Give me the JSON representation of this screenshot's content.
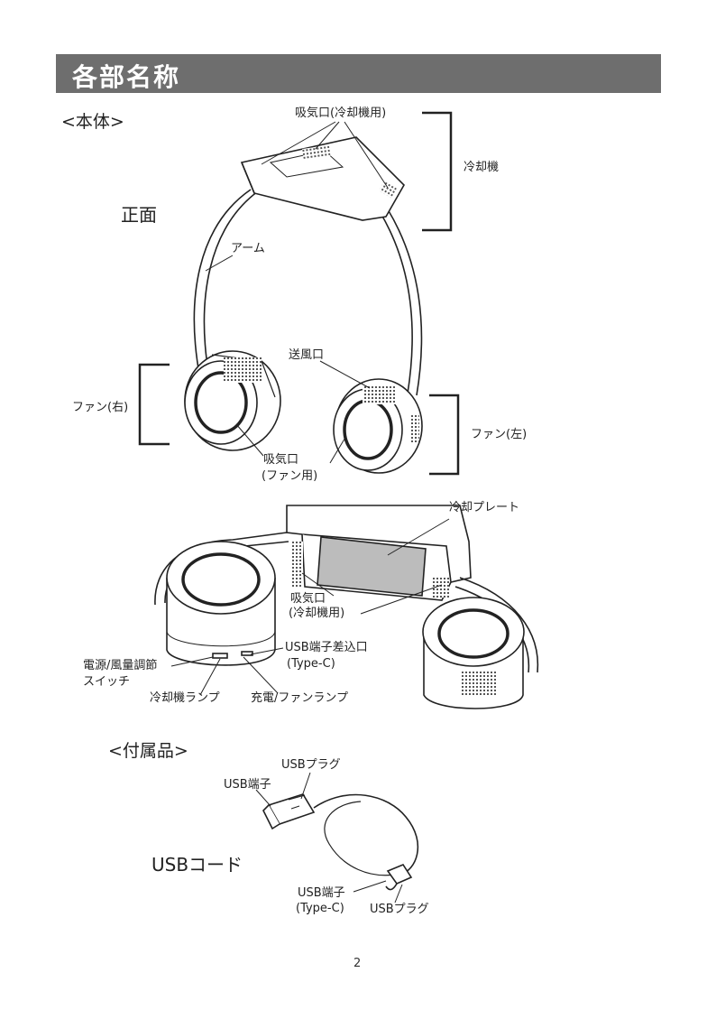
{
  "header": {
    "title": "各部名称"
  },
  "body_section": {
    "heading": "<本体>",
    "front_label": "正面",
    "labels": {
      "intake_cooler": "吸気口(冷却機用)",
      "cooler": "冷却機",
      "arm": "アーム",
      "outlet": "送風口",
      "fan_right": "ファン(右)",
      "fan_left": "ファン(左)",
      "intake_fan_1": "吸気口",
      "intake_fan_2": "(ファン用)",
      "cooling_plate": "冷却プレート",
      "intake_cooler2_1": "吸気口",
      "intake_cooler2_2": "(冷却機用)",
      "usb_port_1": "USB端子差込口",
      "usb_port_2": "(Type-C)",
      "power_switch_1": "電源/風量調節",
      "power_switch_2": "スイッチ",
      "cooler_lamp": "冷却機ランプ",
      "charge_lamp": "充電/ファンランプ"
    }
  },
  "accessories": {
    "heading": "<付属品>",
    "cord_name": "USBコード",
    "labels": {
      "usb_plug_top": "USBプラグ",
      "usb_terminal_top": "USB端子",
      "usb_terminal_bottom_1": "USB端子",
      "usb_terminal_bottom_2": "(Type-C)",
      "usb_plug_bottom": "USBプラグ"
    }
  },
  "page_number": "2"
}
